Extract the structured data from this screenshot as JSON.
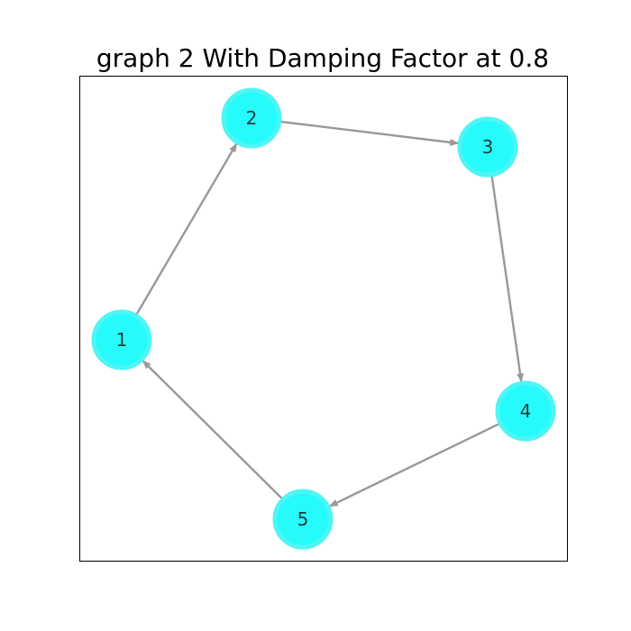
{
  "title": "graph 2 With Damping Factor at 0.8",
  "colors": {
    "node_fill": "#26fbfb",
    "node_stroke": "#4ff5f5",
    "edge": "#999999",
    "frame": "#000000"
  },
  "nodes": [
    {
      "id": "1",
      "label": "1"
    },
    {
      "id": "2",
      "label": "2"
    },
    {
      "id": "3",
      "label": "3"
    },
    {
      "id": "4",
      "label": "4"
    },
    {
      "id": "5",
      "label": "5"
    }
  ],
  "edges": [
    {
      "from": "1",
      "to": "2"
    },
    {
      "from": "2",
      "to": "3"
    },
    {
      "from": "3",
      "to": "4"
    },
    {
      "from": "4",
      "to": "5"
    },
    {
      "from": "5",
      "to": "1"
    }
  ]
}
